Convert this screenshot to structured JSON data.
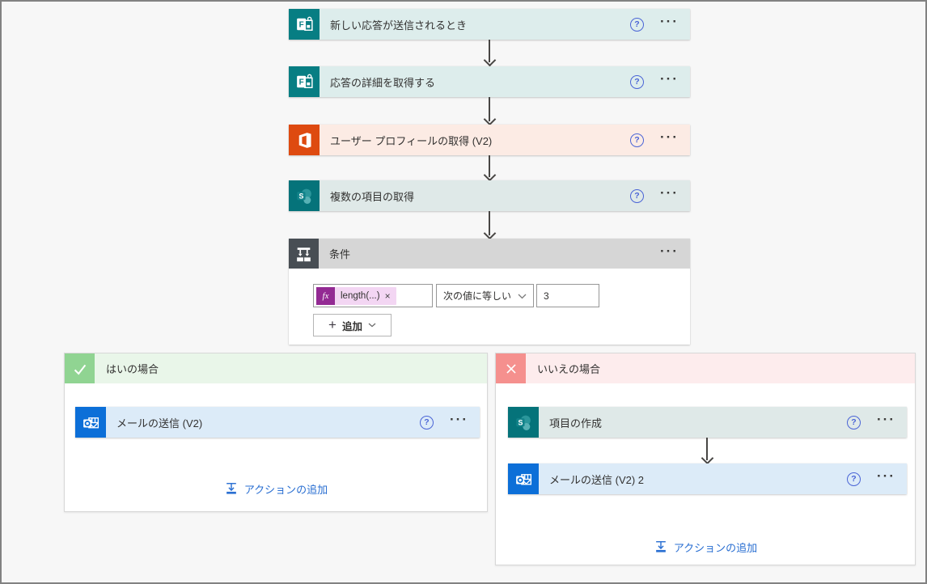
{
  "ui": {
    "help_glyph": "?",
    "ellipsis_glyph": "···",
    "plus_glyph": "+",
    "token_close_glyph": "×"
  },
  "colors": {
    "page_bg": "#f7f7f7",
    "page_border": "#828282",
    "text": "#323130",
    "arrow": "#484644",
    "link_blue": "#2a6fd2",
    "help_blue": "#4a64d6",
    "forms_icon_bg": "#077e83",
    "forms_header_bg": "#ddedec",
    "office365_icon_bg": "#de4a10",
    "office365_header_bg": "#fcebe4",
    "sharepoint_icon_bg": "#05737a",
    "sharepoint_header_bg": "#dfe9e8",
    "outlook_icon_bg": "#0c6fd8",
    "outlook_header_bg": "#dcebf8",
    "condition_icon_bg": "#484e54",
    "condition_header_bg": "#d6d6d6",
    "yes_icon_bg": "#90d492",
    "yes_header_bg": "#e9f6e9",
    "no_icon_bg": "#f5908e",
    "no_header_bg": "#fdeced",
    "fx_badge_bg": "#932a93",
    "fx_token_bg": "#f3d6f3"
  },
  "chain": [
    {
      "title": "新しい応答が送信されるとき",
      "connector": "microsoft-forms"
    },
    {
      "title": "応答の詳細を取得する",
      "connector": "microsoft-forms"
    },
    {
      "title": "ユーザー プロフィールの取得 (V2)",
      "connector": "office-365-users"
    },
    {
      "title": "複数の項目の取得",
      "connector": "sharepoint"
    }
  ],
  "condition": {
    "title": "条件",
    "expression_token": {
      "fx": "fx",
      "label": "length(...)"
    },
    "operator_selected": "次の値に等しい",
    "value": "3",
    "add_button_label": "追加"
  },
  "branches": {
    "yes": {
      "title": "はいの場合",
      "actions": [
        {
          "title": "メールの送信 (V2)",
          "connector": "outlook"
        }
      ],
      "add_action_label": "アクションの追加"
    },
    "no": {
      "title": "いいえの場合",
      "actions": [
        {
          "title": "項目の作成",
          "connector": "sharepoint"
        },
        {
          "title": "メールの送信 (V2) 2",
          "connector": "outlook"
        }
      ],
      "add_action_label": "アクションの追加"
    }
  }
}
